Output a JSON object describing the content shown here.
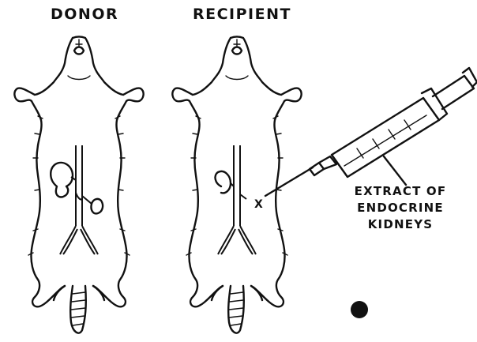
{
  "labels": {
    "donor": "DONOR",
    "recipient": "RECIPIENT",
    "injection_marker": "X",
    "annotation_lines": [
      "EXTRACT OF",
      "ENDOCRINE",
      "KIDNEYS"
    ]
  },
  "colors": {
    "ink": "#111111",
    "background": "#ffffff"
  }
}
